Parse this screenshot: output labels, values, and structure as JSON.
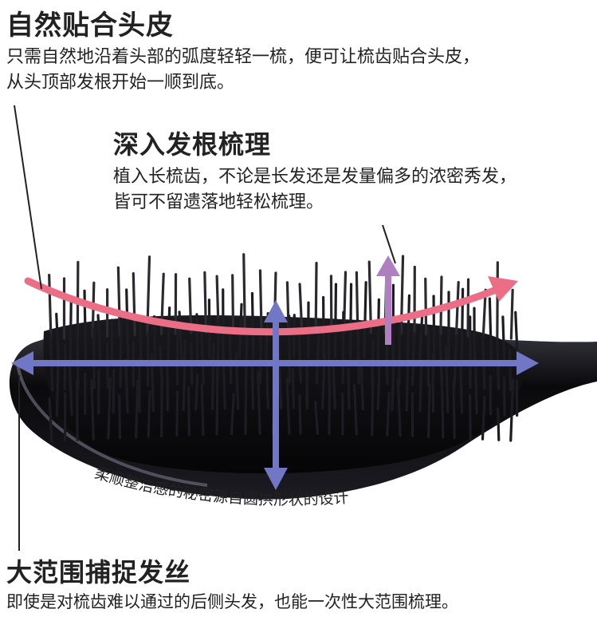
{
  "section_top": {
    "title": "自然贴合头皮",
    "body_line1": "只需自然地沿着头部的弧度轻轻一梳，便可让梳齿贴合头皮，",
    "body_line2": "从头顶部发根开始一顺到底。"
  },
  "section_middle": {
    "title": "深入发根梳理",
    "body_line1": "植入长梳齿，不论是长发还是发量偏多的浓密秀发，",
    "body_line2": "皆可不留遗落地轻松梳理。"
  },
  "curve_caption": "柔顺整洁感的秘密源自圆拱形状的设计",
  "section_bottom": {
    "title": "大范围捕捉发丝",
    "body": "即使是对梳齿难以通过的后侧头发，也能一次性大范围梳理。"
  },
  "colors": {
    "pink_arrow": "#ec6d86",
    "purple_arrow": "#b07fc1",
    "blue_arrow": "#7176c5",
    "brush": "#0d0d0f"
  }
}
